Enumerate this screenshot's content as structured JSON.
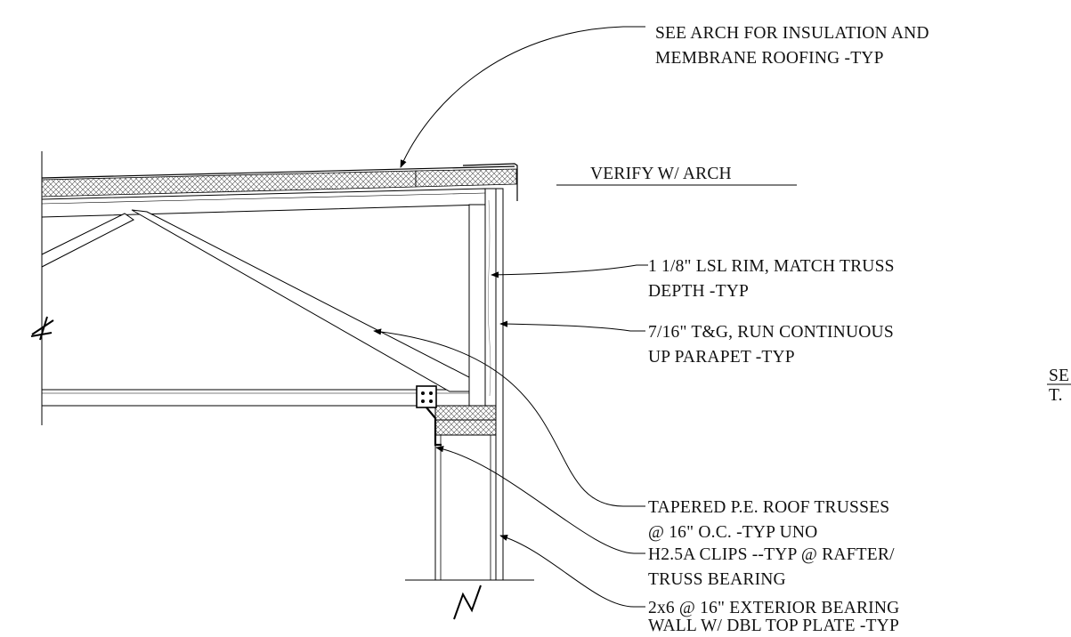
{
  "notes": {
    "roofing_1": "SEE ARCH FOR INSULATION AND",
    "roofing_2": "MEMBRANE ROOFING -TYP",
    "verify": "VERIFY W/ ARCH",
    "rim_1": "1 1/8\" LSL RIM, MATCH TRUSS",
    "rim_2": "DEPTH -TYP",
    "sheathing_1": "7/16\" T&G, RUN CONTINUOUS",
    "sheathing_2": "UP PARAPET -TYP",
    "trusses_1": "TAPERED P.E. ROOF TRUSSES",
    "trusses_2": "@ 16\" O.C. -TYP UNO",
    "clips_1": "H2.5A CLIPS --TYP @ RAFTER/",
    "clips_2": "TRUSS BEARING",
    "wall_1": "2x6 @ 16\" EXTERIOR BEARING",
    "wall_2": "WALL W/ DBL TOP PLATE -TYP",
    "section_ref_top": "SE",
    "section_ref_bottom": "T."
  }
}
